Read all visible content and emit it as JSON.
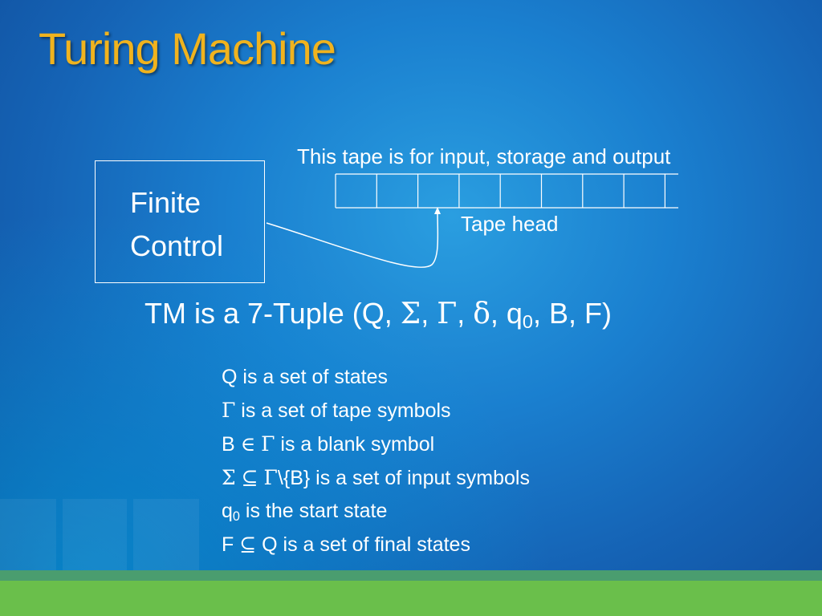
{
  "slide": {
    "title": "Turing Machine",
    "finite_control": {
      "line1": "Finite",
      "line2": "Control"
    },
    "tape_caption": "This tape is for input, storage and output",
    "tape_head_caption": "Tape head",
    "tape_cell_count": 8,
    "tuple": {
      "prefix": "TM is a 7-Tuple (Q, ",
      "sigma": "Σ",
      "sep1": ", ",
      "gamma": "Γ",
      "sep2": ", ",
      "delta": "δ",
      "sep3": ", q",
      "q_sub": "0",
      "suffix": ", B, F)"
    },
    "definitions": {
      "d1": {
        "text": "Q is a set of states"
      },
      "d2": {
        "sym": "Γ",
        "text": " is a set of tape symbols"
      },
      "d3": {
        "pre": "B ",
        "sym1": "∈",
        "mid": " ",
        "sym2": "Γ",
        "text": " is a blank symbol"
      },
      "d4": {
        "sym1": "Σ",
        "mid": " ",
        "sym2": "⊆",
        "mid2": " ",
        "sym3": "Γ",
        "text": "\\{B} is a set of input symbols"
      },
      "d5": {
        "pre": "q",
        "sub": "0",
        "text": " is the start state"
      },
      "d6": {
        "pre": "F ",
        "sym": "⊆",
        "text": " Q is a set of final states"
      }
    },
    "colors": {
      "title": "#f0b31e",
      "background": "#1a7fcf",
      "footer_green": "#6abf4b",
      "footer_dark": "#4a9d6f"
    }
  }
}
